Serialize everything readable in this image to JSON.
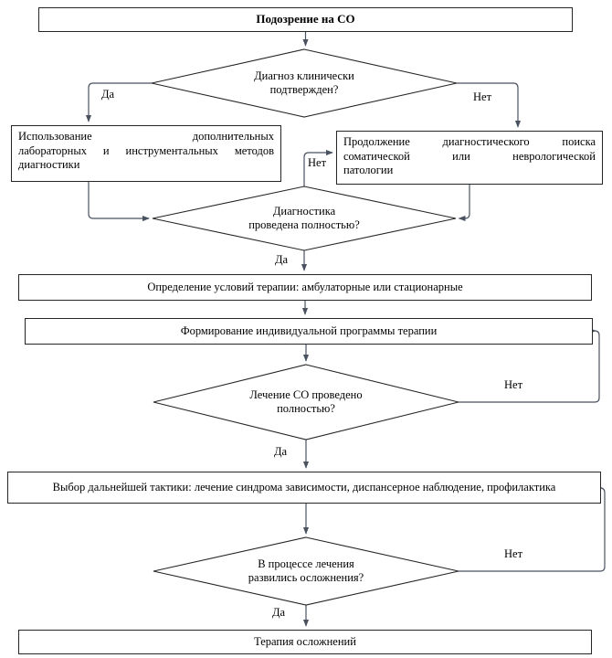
{
  "nodes": {
    "start": {
      "label": "Подозрение на СО"
    },
    "decision_diagnosis": {
      "line1": "Диагноз клинически",
      "line2": "подтвержден?"
    },
    "additional_methods": {
      "line1": "Использование дополнительных",
      "line2": "лабораторных и инструментальных методов",
      "line3": "диагностики"
    },
    "continue_search": {
      "line1": "Продолжение диагностического поиска",
      "line2": "соматической или неврологической",
      "line3": "патологии"
    },
    "decision_diagnostics_complete": {
      "line1": "Диагностика",
      "line2": "проведена полностью?"
    },
    "therapy_conditions": {
      "label": "Определение условий терапии: амбулаторные или стационарные"
    },
    "individual_program": {
      "label": "Формирование индивидуальной программы терапии"
    },
    "decision_treatment_complete": {
      "line1": "Лечение СО проведено",
      "line2": "полностью?"
    },
    "further_tactics": {
      "label": "Выбор дальнейшей тактики: лечение синдрома зависимости, диспансерное наблюдение, профилактика"
    },
    "decision_complications": {
      "line1": "В процессе лечения",
      "line2": "развились осложнения?"
    },
    "complications_therapy": {
      "label": "Терапия осложнений"
    }
  },
  "branch_labels": {
    "d1_yes": "Да",
    "d1_no": "Нет",
    "d2_no": "Нет",
    "d2_yes": "Да",
    "d3_no": "Нет",
    "d3_yes": "Да",
    "d4_no": "Нет",
    "d4_yes": "Да"
  },
  "colors": {
    "box_border": "#262626",
    "connector": "#4a5260",
    "text": "#000000",
    "background": "#ffffff"
  }
}
